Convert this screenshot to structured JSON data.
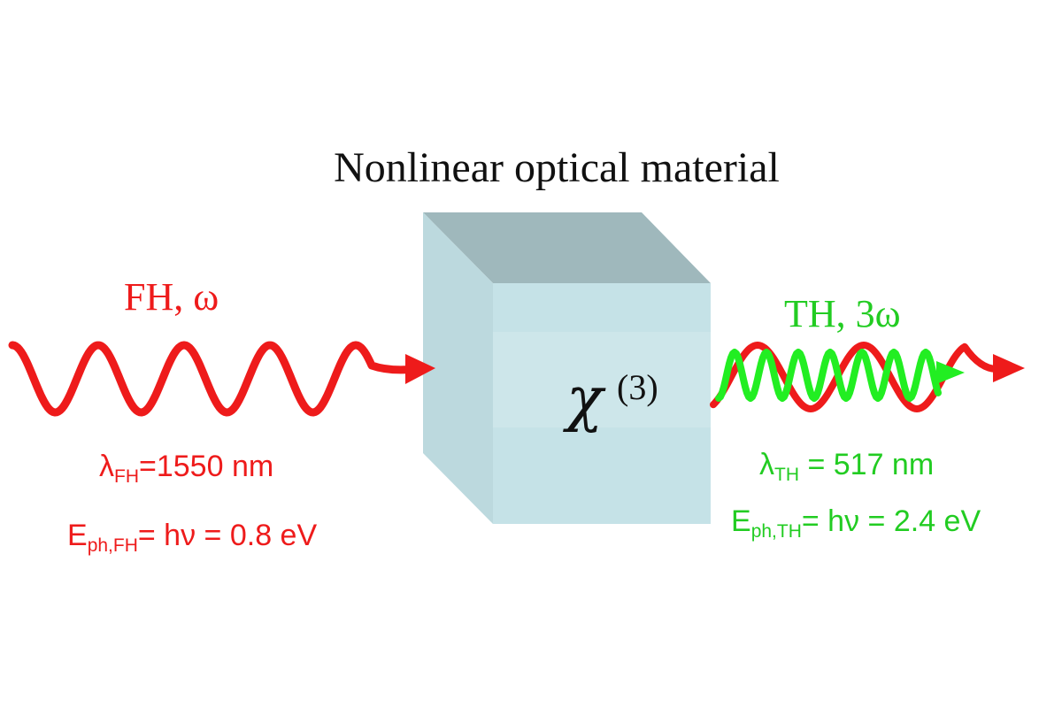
{
  "title": "Nonlinear optical material",
  "material": {
    "symbol": "χ",
    "order": "(3)",
    "colors": {
      "front": "#c5e2e7",
      "top": "#9fb8bc",
      "side": "#c2dfe3"
    }
  },
  "fundamental": {
    "label": "FH, ω",
    "color": "#ee1b1b",
    "wavelength": {
      "symbol": "λ",
      "sub": "FH",
      "rest": "=1550 nm"
    },
    "energy": {
      "symbol": "E",
      "sub": "ph,FH",
      "rest": "= hν = 0.8 eV"
    }
  },
  "third_harmonic": {
    "label": "TH, 3ω",
    "color": "#22ee22",
    "wavelength": {
      "symbol": "λ",
      "sub": "TH",
      "rest": " = 517 nm"
    },
    "energy": {
      "symbol": "E",
      "sub": "ph,TH",
      "rest": "= hν = 2.4 eV"
    }
  }
}
